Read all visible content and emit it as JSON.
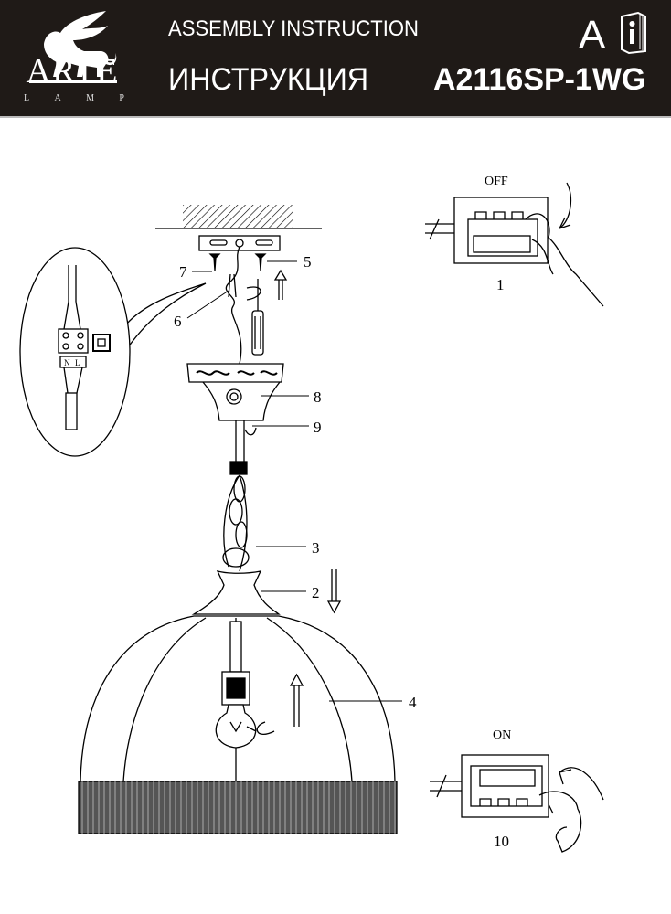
{
  "header": {
    "brand": "ARTE",
    "brand_sub": [
      "L",
      "A",
      "M",
      "P"
    ],
    "title_en": "ASSEMBLY INSTRUCTION",
    "title_ru": "ИНСТРУКЦИЯ",
    "language": "A",
    "model": "A2116SP-1WG"
  },
  "diagram": {
    "switch_off": {
      "label": "OFF",
      "step": "1"
    },
    "switch_on": {
      "label": "ON",
      "step": "10"
    },
    "terminal": {
      "n": "N",
      "l": "L"
    },
    "parts": [
      "7",
      "5",
      "6",
      "8",
      "9",
      "3",
      "2",
      "4"
    ]
  }
}
